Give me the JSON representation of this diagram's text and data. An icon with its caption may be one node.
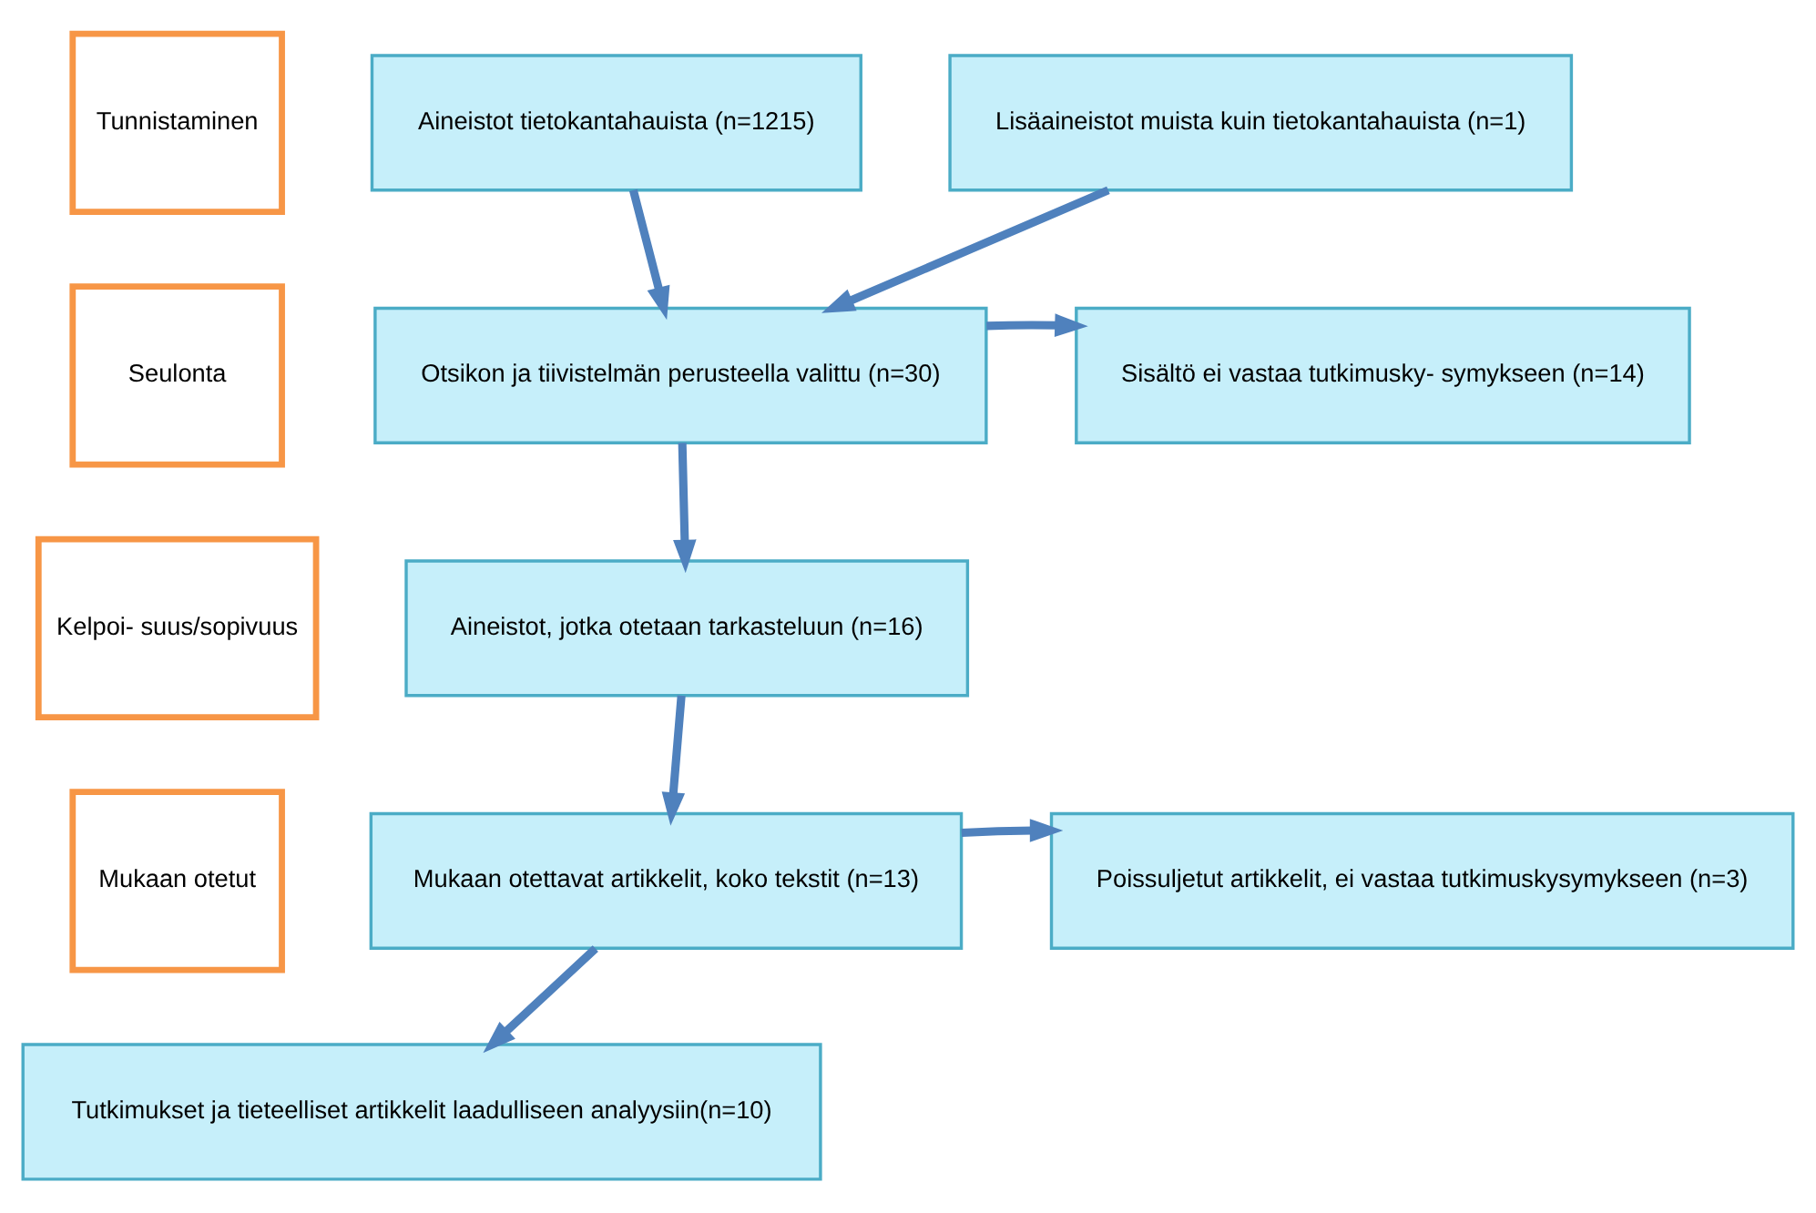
{
  "diagram": {
    "nodes": [
      {
        "text": [
          "Tunnistaminen"
        ]
      },
      {
        "text": [
          "Seulonta"
        ]
      },
      {
        "text": [
          "Kelpoi- suus/sopivuus"
        ]
      },
      {
        "text": [
          "Mukaan otetut"
        ]
      },
      {
        "text": [
          "Aineistot tietokantahauista (n=1215)"
        ]
      },
      {
        "text": [
          "Lisäaineistot muista kuin tietokantahauista (n=1)"
        ]
      },
      {
        "text": [
          "Otsikon ja tiivistelmän perusteella valittu (n=30)"
        ]
      },
      {
        "text": [
          "Sisältö ei vastaa tutkimusky- symykseen (n=14)"
        ]
      },
      {
        "text": [
          "Aineistot, jotka otetaan tarkasteluun (n=16)"
        ]
      },
      {
        "text": [
          "Mukaan otettavat artikkelit, koko tekstit (n=13)"
        ]
      },
      {
        "text": [
          "Poissuljetut artikkelit, ei vastaa tutkimuskysymykseen (n=3)"
        ]
      },
      {
        "text": [
          "Tutkimukset ja tieteelliset artikkelit laadulliseen analyysiin(n=10)"
        ]
      }
    ],
    "edges": [
      {
        "from": 4,
        "to": 6,
        "arrow": "to"
      },
      {
        "from": 5,
        "to": 6,
        "arrow": "to"
      },
      {
        "from": 6,
        "to": 7,
        "arrow": "to"
      },
      {
        "from": 6,
        "to": 8,
        "arrow": "to"
      },
      {
        "from": 8,
        "to": 9,
        "arrow": "to"
      },
      {
        "from": 9,
        "to": 10,
        "arrow": "to"
      },
      {
        "from": 9,
        "to": 11,
        "arrow": "to"
      }
    ]
  }
}
